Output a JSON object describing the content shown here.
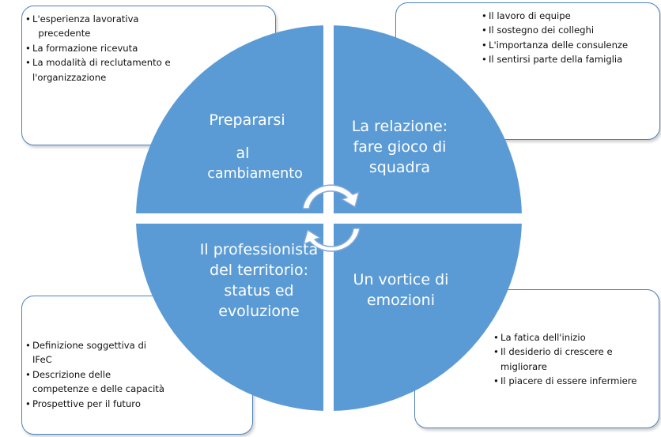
{
  "boxes": {
    "top_left": [
      "L'esperienza lavorativa precedente",
      "La formazione ricevuta",
      "La modalità di reclutamento e l'organizzazione"
    ],
    "top_right": [
      "Il lavoro di equipe",
      "Il sostegno dei colleghi",
      "L'importanza delle consulenze",
      "Il sentirsi parte della  famiglia"
    ],
    "bottom_left": [
      "Definizione soggettiva di IFeC",
      "Descrizione delle competenze e delle capacità",
      "Prospettive per il futuro"
    ],
    "bottom_right": [
      "La fatica  dell'inizio",
      "Il desiderio di crescere e migliorare",
      "Il piacere di essere infermiere"
    ]
  },
  "quadrants": {
    "top_left": {
      "line1": "Prepararsi",
      "line2": "al",
      "line3": "cambiamento"
    },
    "top_right": "La relazione: fare gioco di squadra",
    "bottom_left": "Il professionista del territorio: status ed evoluzione",
    "bottom_right": "Un vortice di emozioni"
  },
  "colors": {
    "quadrant_fill": "#5b9bd5",
    "box_border": "#4f81bd",
    "arrow_fill": "#ffffff",
    "arrow_stroke": "#8eb4e3"
  },
  "icons": {
    "center": "circular-arrows-icon"
  }
}
